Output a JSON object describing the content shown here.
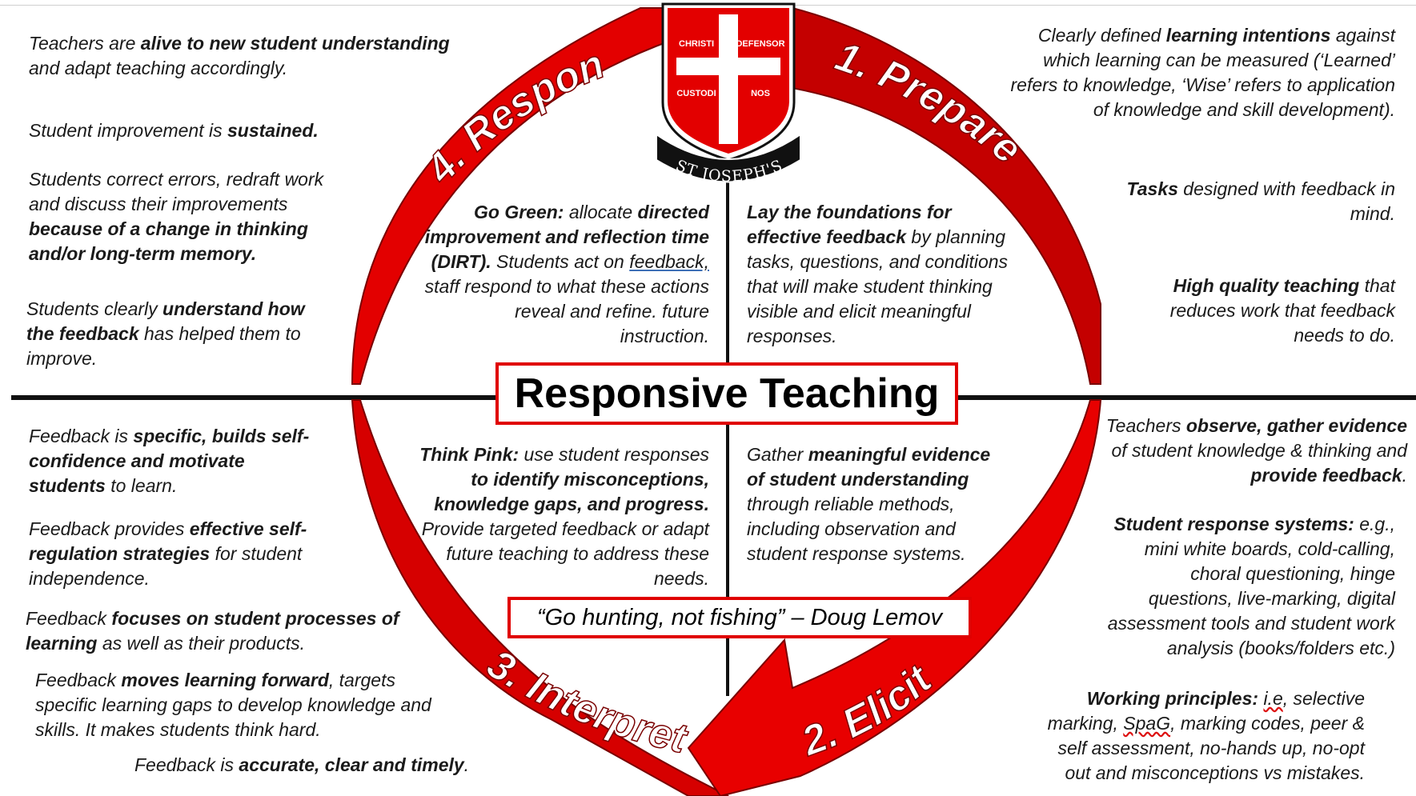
{
  "title": "Responsive Teaching",
  "quote": "“Go hunting, not fishing” – Doug Lemov",
  "colors": {
    "accent_red": "#e00000",
    "dark_red": "#b00000",
    "line": "#111111"
  },
  "crest": {
    "tl": "CHRISTI",
    "tr": "DEFENSOR",
    "bl": "CUSTODI",
    "br": "NOS",
    "banner": "ST JOSEPH'S"
  },
  "stages": {
    "respond": "4. Respond",
    "prepare": "1. Prepare",
    "interpret": "3. Interpret",
    "elicit": "2. Elicit"
  },
  "inner": {
    "go_green": {
      "lead": "Go Green:",
      "t1": " allocate ",
      "b1": "directed improvement and reflection time (DIRT).",
      "t2": " Students act on ",
      "link": "feedback,",
      "t3": " staff respond to what these actions reveal and refine. future instruction."
    },
    "lay_foundations": {
      "b1": "Lay the foundations for effective feedback",
      "t1": " by planning tasks, questions, and conditions that will make student thinking visible and elicit meaningful responses."
    },
    "think_pink": {
      "lead": "Think Pink:",
      "t1": " use student responses ",
      "b1": "to identify misconceptions, knowledge gaps, and progress.",
      "t2": " Provide targeted feedback or adapt future teaching to address these needs."
    },
    "gather": {
      "t1": "Gather ",
      "b1": "meaningful evidence of student understanding",
      "t2": " through reliable methods, including observation and student response systems."
    }
  },
  "left_top": {
    "p1": {
      "t1": "Teachers are ",
      "b1": "alive to new student understanding",
      "t2": " and adapt teaching accordingly."
    },
    "p2": {
      "t1": "Student improvement is ",
      "b1": "sustained."
    },
    "p3": {
      "t1": "Students correct errors, redraft work and discuss their improvements ",
      "b1": "because of a change in thinking and/or long-term memory."
    },
    "p4": {
      "t1": "Students clearly ",
      "b1": "understand how the feedback",
      "t2": " has helped them to improve."
    }
  },
  "left_bottom": {
    "p1": {
      "t1": "Feedback is ",
      "b1": "specific, builds self-confidence and motivate students",
      "t2": " to learn."
    },
    "p2": {
      "t1": "Feedback provides ",
      "b1": "effective self-regulation strategies",
      "t2": " for student independence."
    },
    "p3": {
      "t1": "Feedback ",
      "b1": "focuses on student processes of learning",
      "t2": " as well as their products."
    },
    "p4": {
      "t1": "Feedback ",
      "b1": "moves learning forward",
      "t2": ", targets specific learning gaps to develop knowledge and skills. It makes students think hard."
    },
    "p5": {
      "t1": "Feedback is ",
      "b1": "accurate, clear and timely",
      "t2": "."
    }
  },
  "right_top": {
    "p1": {
      "t1": "Clearly defined ",
      "b1": "learning intentions",
      "t2": " against which learning can be measured (‘Learned’ refers to knowledge, ‘Wise’ refers to application of knowledge and skill development)."
    },
    "p2": {
      "b1": "Tasks",
      "t1": " designed with feedback in mind."
    },
    "p3": {
      "b1": "High quality teaching",
      "t1": " that reduces work that feedback needs to do."
    }
  },
  "right_bottom": {
    "p1": {
      "t1": "Teachers ",
      "b1": "observe, gather evidence",
      "t2": " of student knowledge & thinking and ",
      "b2": "provide feedback",
      "t3": "."
    },
    "p2": {
      "b1": "Student response systems:",
      "t1": " e.g., mini white boards, cold-calling, choral questioning, hinge questions, live-marking, digital assessment tools and student work analysis (books/folders etc.)"
    },
    "p3": {
      "b1": "Working principles:",
      "t1": " ",
      "sq1": "i.e",
      "t2": ", selective marking, ",
      "sq2": "SpaG",
      "t3": ", marking codes, peer & self assessment, no-hands up, no-opt out and misconceptions vs mistakes."
    }
  }
}
